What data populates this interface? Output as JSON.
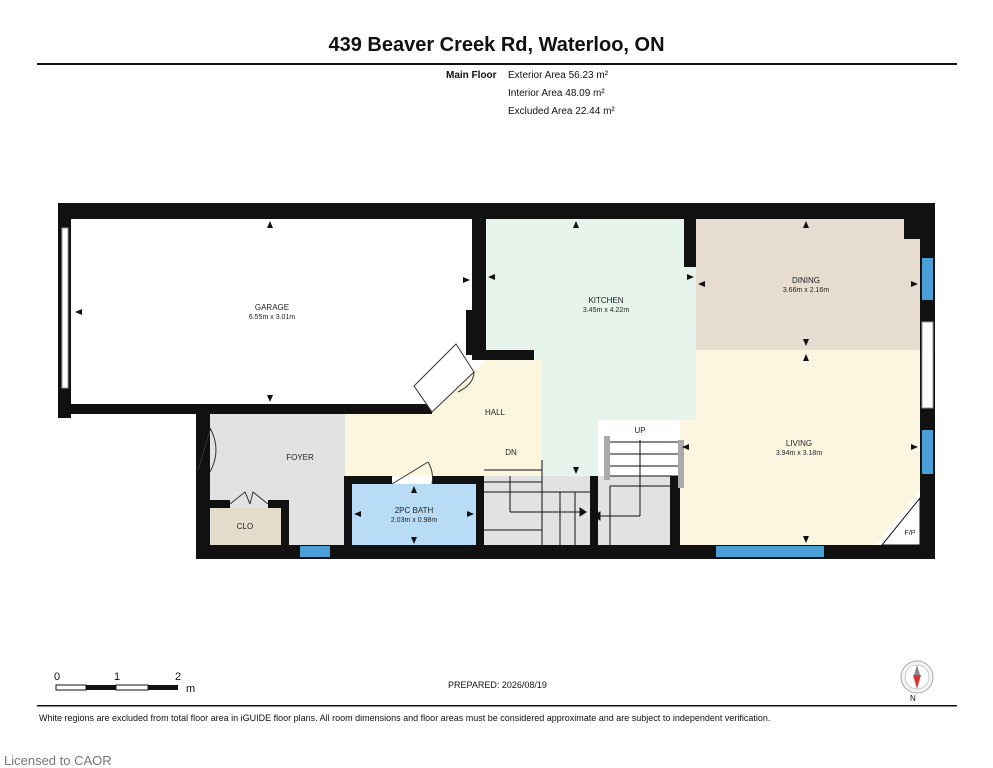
{
  "header": {
    "title": "439 Beaver Creek Rd, Waterloo, ON",
    "floor_label": "Main Floor",
    "exterior_area": "Exterior Area 56.23 m²",
    "interior_area": "Interior Area 48.09 m²",
    "excluded_area": "Excluded Area 22.44 m²"
  },
  "rooms": {
    "garage": {
      "name": "GARAGE",
      "dims": "6.55m x 3.01m"
    },
    "kitchen": {
      "name": "KITCHEN",
      "dims": "3.45m x 4.22m"
    },
    "dining": {
      "name": "DINING",
      "dims": "3.66m x 2.16m"
    },
    "living": {
      "name": "LIVING",
      "dims": "3.94m x 3.18m"
    },
    "bath": {
      "name": "2PC BATH",
      "dims": "2.03m x 0.98m"
    },
    "hall": {
      "name": "HALL"
    },
    "foyer": {
      "name": "FOYER"
    },
    "closet": {
      "name": "CLO"
    },
    "fireplace": {
      "name": "F/P"
    },
    "stairs_down": {
      "name": "DN"
    },
    "stairs_up": {
      "name": "UP"
    }
  },
  "colors": {
    "wall": "#111111",
    "garage": "#ffffff",
    "kitchen": "#e6f4ec",
    "dining": "#e6ddd0",
    "living": "#fcf6e0",
    "hall": "#fbf7df",
    "foyer": "#e2e2e2",
    "bath": "#b8dcf6",
    "closet": "#e4dccb",
    "window": "#4a9fd6"
  },
  "scale_bar": {
    "labels": [
      "0",
      "1",
      "2"
    ],
    "unit": "m"
  },
  "footer": {
    "prepared": "PREPARED: 2026/08/19",
    "note": "White regions are excluded from total floor area in iGUIDE floor plans. All room dimensions and floor areas must be considered approximate and are subject to independent verification.",
    "license": "Licensed to CAOR",
    "compass_label": "N"
  }
}
